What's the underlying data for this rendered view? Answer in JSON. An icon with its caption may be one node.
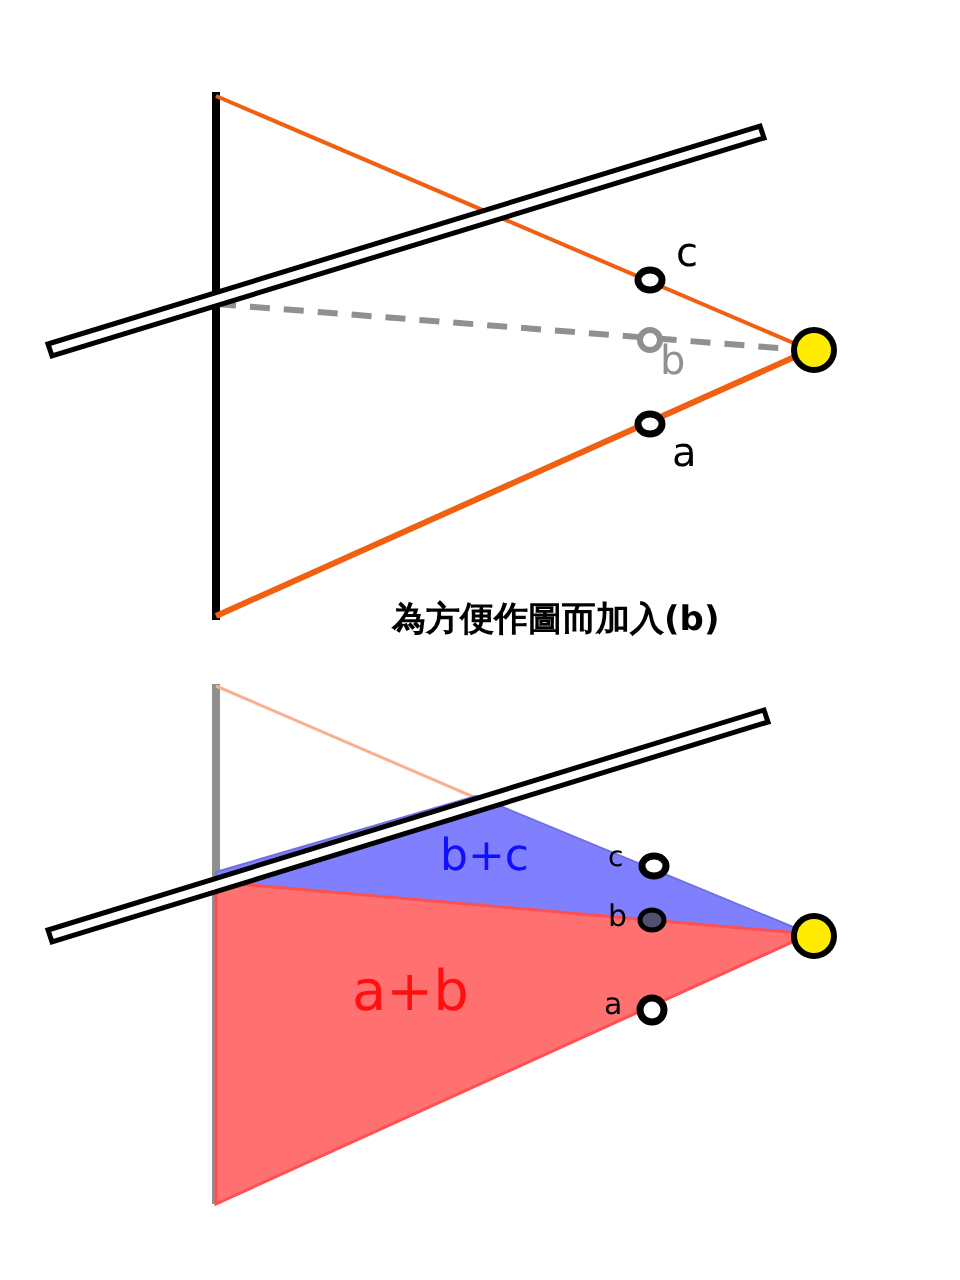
{
  "diagram": {
    "labels": [
      "c",
      "b",
      "a",
      "為方便作圖而加入(b)",
      "b+c",
      "c",
      "b",
      "a+b",
      "a"
    ]
  }
}
